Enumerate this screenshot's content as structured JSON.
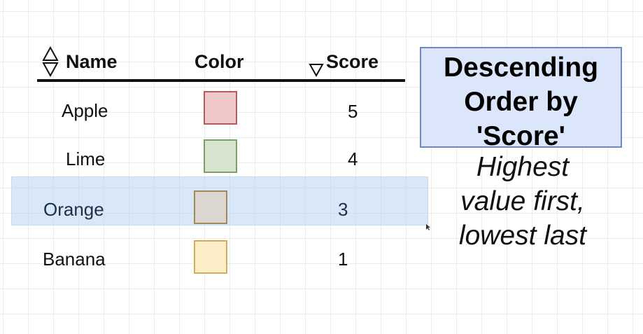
{
  "table": {
    "headers": {
      "name": "Name",
      "color": "Color",
      "score": "Score"
    },
    "sort": {
      "column": "Score",
      "direction": "descending"
    },
    "rows": [
      {
        "name": "Apple",
        "color_fill": "#efc9c9",
        "color_border": "#b65a5a",
        "score": "5",
        "highlighted": false
      },
      {
        "name": "Lime",
        "color_fill": "#d6e4ce",
        "color_border": "#7ea068",
        "score": "4",
        "highlighted": false
      },
      {
        "name": "Orange",
        "color_fill": "#dcd6d1",
        "color_border": "#a3865a",
        "score": "3",
        "highlighted": true
      },
      {
        "name": "Banana",
        "color_fill": "#fcefc8",
        "color_border": "#d3ad58",
        "score": "1",
        "highlighted": false
      }
    ]
  },
  "callout": {
    "line1": "Descending",
    "line2": "Order by",
    "line3": "'Score'"
  },
  "note": {
    "line1": "Highest",
    "line2": "value first,",
    "line3": "lowest last"
  },
  "colors": {
    "highlight_row": "#cfe2f6",
    "callout_fill": "#dbe6fa",
    "callout_border": "#6f86c7"
  }
}
